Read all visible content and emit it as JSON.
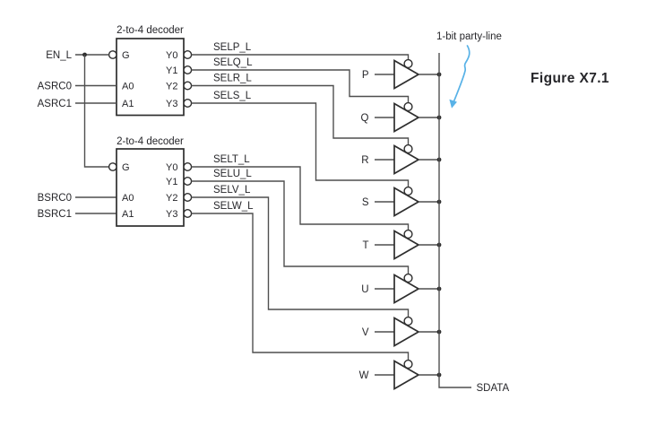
{
  "caption": "Figure X7.1",
  "bus": {
    "label": "1-bit party-line",
    "output": "SDATA"
  },
  "decoder_top": {
    "title": "2-to-4 decoder",
    "pins": {
      "g": "G",
      "a0": "A0",
      "a1": "A1",
      "y0": "Y0",
      "y1": "Y1",
      "y2": "Y2",
      "y3": "Y3"
    },
    "inputs": {
      "en": "EN_L",
      "a0": "ASRC0",
      "a1": "ASRC1"
    },
    "outputs": [
      "SELP_L",
      "SELQ_L",
      "SELR_L",
      "SELS_L"
    ]
  },
  "decoder_bottom": {
    "title": "2-to-4 decoder",
    "pins": {
      "g": "G",
      "a0": "A0",
      "a1": "A1",
      "y0": "Y0",
      "y1": "Y1",
      "y2": "Y2",
      "y3": "Y3"
    },
    "inputs": {
      "a0": "BSRC0",
      "a1": "BSRC1"
    },
    "outputs": [
      "SELT_L",
      "SELU_L",
      "SELV_L",
      "SELW_L"
    ]
  },
  "buffers": [
    "P",
    "Q",
    "R",
    "S",
    "T",
    "U",
    "V",
    "W"
  ],
  "colors": {
    "caption": "#3d9fe6",
    "callout": "#58b2e7"
  }
}
